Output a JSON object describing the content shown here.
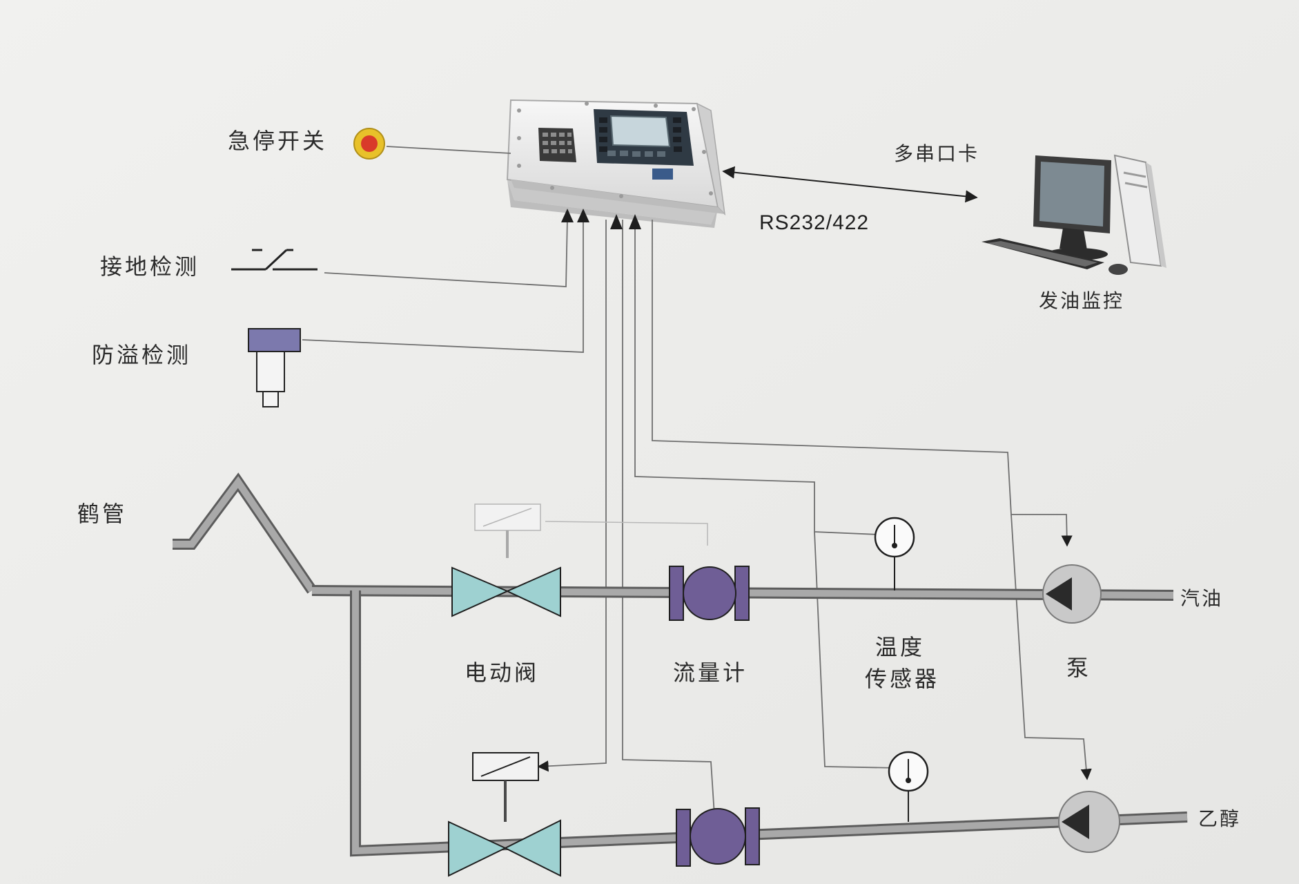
{
  "labels": {
    "estop": "急停开关",
    "ground": "接地检测",
    "overflow": "防溢检测",
    "crane_pipe": "鹤管",
    "serial_card": "多串口卡",
    "protocol": "RS232/422",
    "monitor": "发油监控",
    "valve": "电动阀",
    "flowmeter": "流量计",
    "temp_line1": "温度",
    "temp_line2": "传感器",
    "pump": "泵",
    "gasoline": "汽油",
    "ethanol": "乙醇"
  },
  "colors": {
    "valve_fill": "#9ed1d1",
    "meter_fill": "#6f5e96",
    "sensor_fill": "#7c79ad",
    "pump_fill": "#c9c9c9",
    "estop_outer": "#e8c12a",
    "estop_inner": "#d93a2a",
    "background": "#efefed"
  },
  "icons": {
    "controller": "batch-controller-icon",
    "computer": "desktop-computer-icon",
    "estop": "emergency-stop-button-icon",
    "ground": "grounding-switch-icon",
    "overflow": "overflow-sensor-icon",
    "valve": "electric-valve-icon",
    "flowmeter": "flow-meter-icon",
    "temp_sensor": "thermometer-gauge-icon",
    "pump": "pump-icon"
  }
}
